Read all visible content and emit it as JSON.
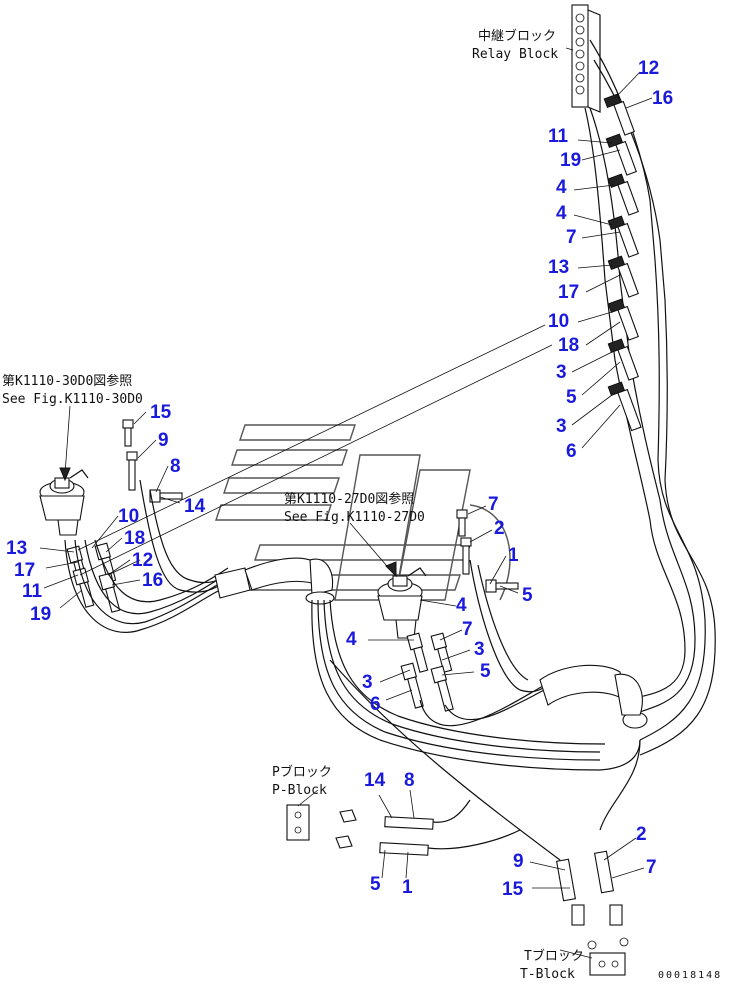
{
  "colors": {
    "callout": "#1a1adc",
    "line": "#111111",
    "background": "#ffffff"
  },
  "captions": {
    "relay_block_jp": "中継ブロック",
    "relay_block_en": "Relay Block",
    "ref_3000_jp": "第K1110-30D0図参照",
    "ref_3000_en": "See Fig.K1110-30D0",
    "ref_2700_jp": "第K1110-27D0図参照",
    "ref_2700_en": "See Fig.K1110-27D0",
    "p_block_jp": "Pブロック",
    "p_block_en": "P-Block",
    "t_block_jp": "Tブロック",
    "t_block_en": "T-Block"
  },
  "drawing_number": "00018148",
  "callouts": [
    {
      "text": "12"
    },
    {
      "text": "16"
    },
    {
      "text": "11"
    },
    {
      "text": "19"
    },
    {
      "text": "4"
    },
    {
      "text": "4"
    },
    {
      "text": "7"
    },
    {
      "text": "13"
    },
    {
      "text": "17"
    },
    {
      "text": "10"
    },
    {
      "text": "18"
    },
    {
      "text": "3"
    },
    {
      "text": "5"
    },
    {
      "text": "3"
    },
    {
      "text": "6"
    },
    {
      "text": "15"
    },
    {
      "text": "9"
    },
    {
      "text": "8"
    },
    {
      "text": "14"
    },
    {
      "text": "10"
    },
    {
      "text": "18"
    },
    {
      "text": "12"
    },
    {
      "text": "16"
    },
    {
      "text": "13"
    },
    {
      "text": "17"
    },
    {
      "text": "11"
    },
    {
      "text": "19"
    },
    {
      "text": "7"
    },
    {
      "text": "2"
    },
    {
      "text": "1"
    },
    {
      "text": "5"
    },
    {
      "text": "4"
    },
    {
      "text": "7"
    },
    {
      "text": "4"
    },
    {
      "text": "3"
    },
    {
      "text": "5"
    },
    {
      "text": "3"
    },
    {
      "text": "6"
    },
    {
      "text": "14"
    },
    {
      "text": "8"
    },
    {
      "text": "5"
    },
    {
      "text": "1"
    },
    {
      "text": "2"
    },
    {
      "text": "7"
    },
    {
      "text": "9"
    },
    {
      "text": "15"
    }
  ]
}
